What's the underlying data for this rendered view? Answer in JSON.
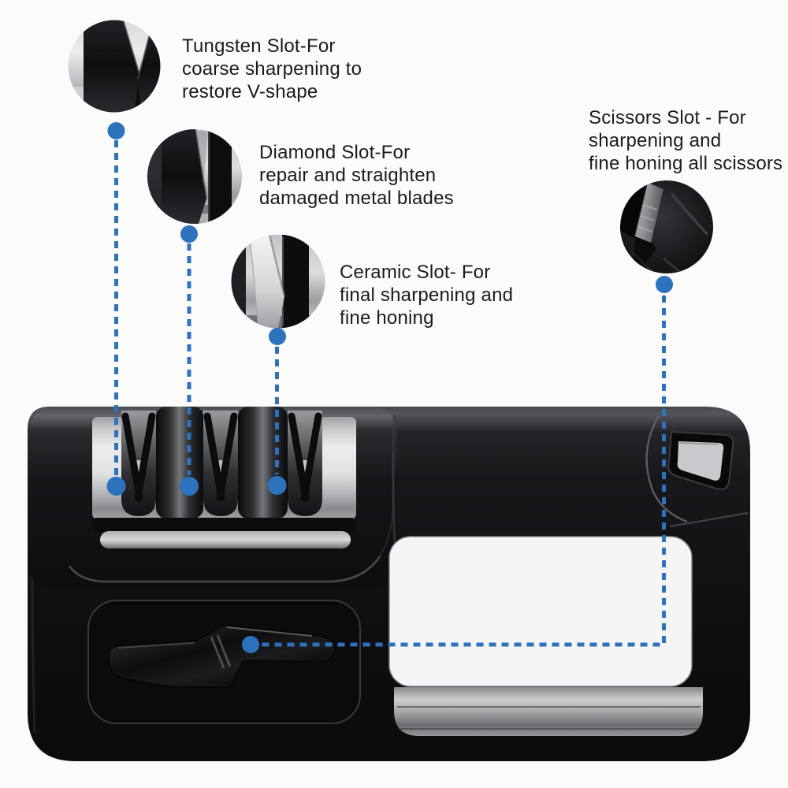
{
  "callouts": {
    "tungsten": {
      "label": "Tungsten Slot-For\ncoarse sharpening to\nrestore V-shape"
    },
    "diamond": {
      "label": "Diamond Slot-For\nrepair and straighten\ndamaged metal blades"
    },
    "ceramic": {
      "label": "Ceramic Slot- For\nfinal sharpening and\nfine honing"
    },
    "scissors": {
      "label": "Scissors Slot - For\nsharpening and\nfine honing all scissors"
    }
  },
  "colors": {
    "accent": "#2d72bd",
    "body_black": "#121316",
    "silver": "#d9dadc",
    "background": "#fbfbfa",
    "label_text": "#1b1b1b"
  }
}
